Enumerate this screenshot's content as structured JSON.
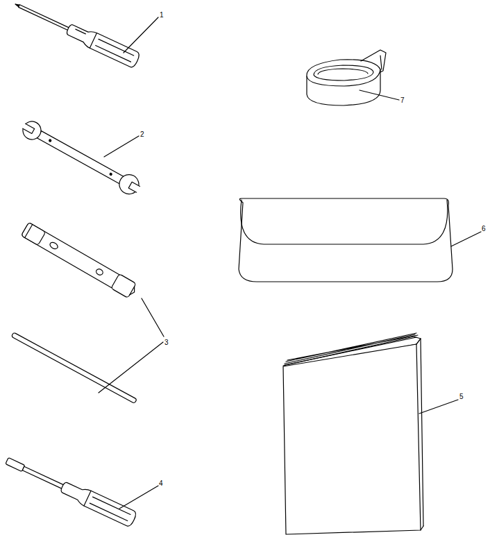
{
  "diagram": {
    "labels": [
      "1",
      "7",
      "2",
      "6",
      "3",
      "5",
      "4"
    ]
  }
}
